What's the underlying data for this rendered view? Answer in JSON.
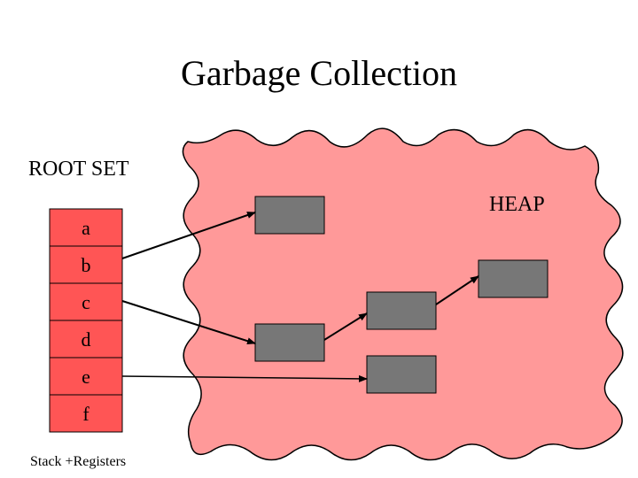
{
  "title": "Garbage Collection",
  "root_set_label": "ROOT SET",
  "heap_label": "HEAP",
  "stack_label": "Stack +Registers",
  "root_cells": [
    "a",
    "b",
    "c",
    "d",
    "e",
    "f"
  ],
  "colors": {
    "heap_fill": "#ff9999",
    "cell_fill": "#ff5555",
    "object_fill": "#777777",
    "stroke": "#000000"
  }
}
